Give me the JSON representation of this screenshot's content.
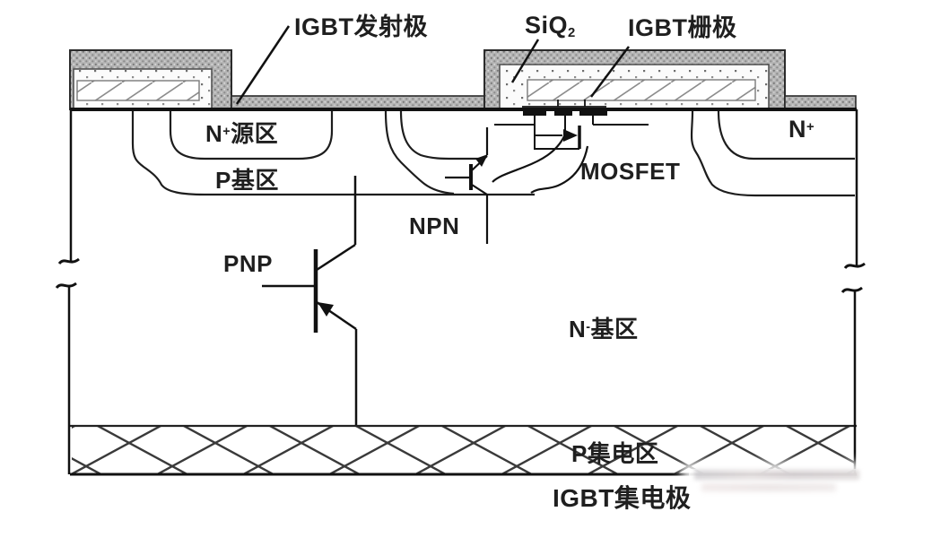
{
  "colors": {
    "line": "#1d1d1d",
    "metal_gray": "#b4b4b4",
    "background": "#ffffff"
  },
  "labels": {
    "igbt_emitter": "IGBT发射极",
    "sio2": {
      "base": "SiQ",
      "sub": "2"
    },
    "igbt_gate": "IGBT栅极",
    "n_source": {
      "base": "N",
      "sup": "+",
      "rest": "源区"
    },
    "p_base": "P基区",
    "npn": "NPN",
    "pnp": "PNP",
    "mosfet": "MOSFET",
    "n_plus": {
      "base": "N",
      "sup": "+"
    },
    "n_drift": {
      "base": "N",
      "sup": "-",
      "rest": "基区"
    },
    "p_collector": "P集电区",
    "igbt_collector": "IGBT集电极"
  }
}
